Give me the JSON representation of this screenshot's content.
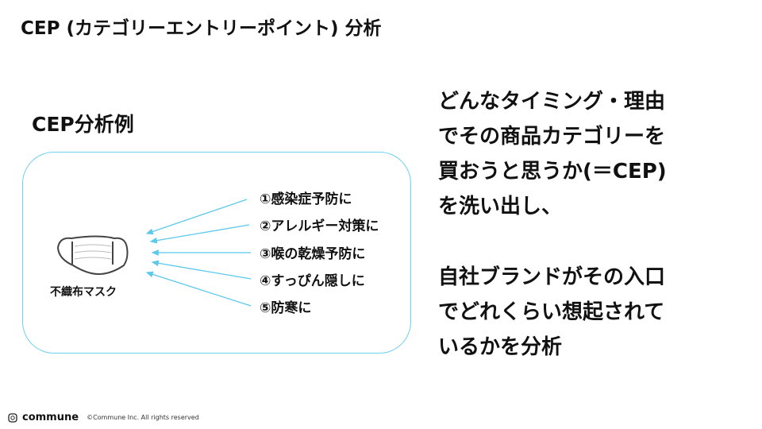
{
  "title": "CEP (カテゴリーエントリーポイント) 分析",
  "subtitle": "CEP分析例",
  "example": {
    "product": "不織布マスク",
    "items": [
      "①感染症予防に",
      "②アレルギー対策に",
      "③喉の乾燥予防に",
      "④すっぴん隠しに",
      "⑤防寒に"
    ],
    "accent": "#5bc8ec"
  },
  "description": {
    "para1": [
      "どんなタイミング・理由",
      "でその商品カテゴリーを",
      "買おうと思うか(＝CEP)",
      "を洗い出し、"
    ],
    "para2": [
      "自社ブランドがその入口",
      "でどれくらい想起されて",
      "いるかを分析"
    ]
  },
  "footer": {
    "logo": "commune",
    "copyright": "©Commune Inc. All rights reserved"
  }
}
